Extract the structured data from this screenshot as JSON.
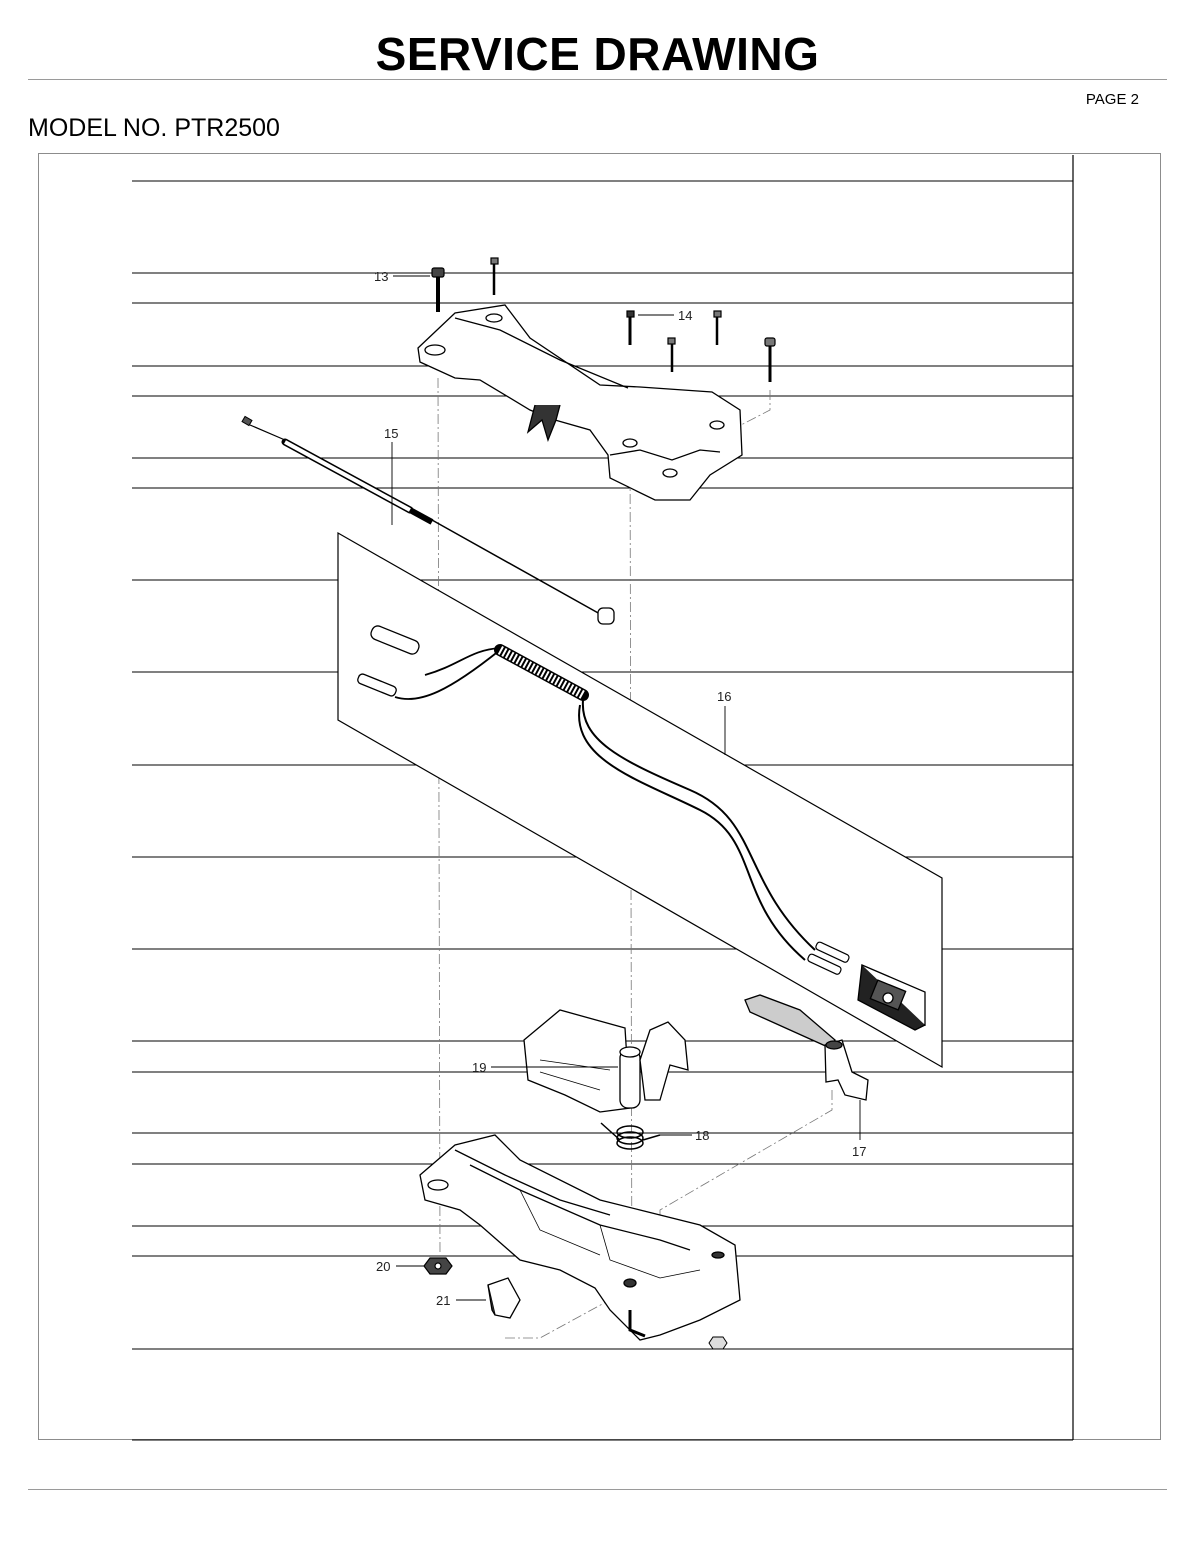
{
  "header": {
    "title": "SERVICE DRAWING",
    "page": "PAGE 2",
    "model": "MODEL NO. PTR2500"
  },
  "callouts": [
    {
      "id": "13",
      "label": "13"
    },
    {
      "id": "14",
      "label": "14"
    },
    {
      "id": "15",
      "label": "15"
    },
    {
      "id": "16",
      "label": "16"
    },
    {
      "id": "17",
      "label": "17"
    },
    {
      "id": "18",
      "label": "18"
    },
    {
      "id": "19",
      "label": "19"
    },
    {
      "id": "20",
      "label": "20"
    },
    {
      "id": "21",
      "label": "21"
    }
  ]
}
